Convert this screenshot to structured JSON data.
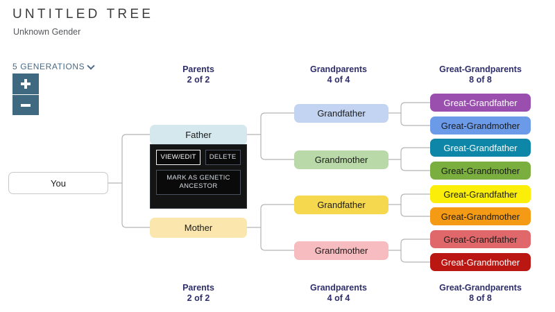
{
  "header": {
    "title": "UNTITLED TREE",
    "subtitle": "Unknown Gender"
  },
  "controls": {
    "generations_label": "5 GENERATIONS",
    "chevron_icon": "chevron-down-icon",
    "zoom_in_label": "+",
    "zoom_out_label": "−"
  },
  "columns_top": [
    {
      "label": "Parents",
      "count": "2 of 2"
    },
    {
      "label": "Grandparents",
      "count": "4 of 4"
    },
    {
      "label": "Great-Grandparents",
      "count": "8 of 8"
    }
  ],
  "columns_bottom": [
    {
      "label": "Parents",
      "count": "2 of 2"
    },
    {
      "label": "Grandparents",
      "count": "4 of 4"
    },
    {
      "label": "Great-Grandparents",
      "count": "8 of 8"
    }
  ],
  "tree": {
    "self": {
      "label": "You",
      "color": "#ffffff",
      "text_color": "#1a1a1a"
    },
    "parents": [
      {
        "label": "Father",
        "color": "#d4e8ee",
        "text_color": "#1a1a1a"
      },
      {
        "label": "Mother",
        "color": "#fbe7ad",
        "text_color": "#1a1a1a"
      }
    ],
    "grandparents": [
      {
        "label": "Grandfather",
        "color": "#c3d4f2",
        "text_color": "#1a1a1a"
      },
      {
        "label": "Grandmother",
        "color": "#b9d9a8",
        "text_color": "#1a1a1a"
      },
      {
        "label": "Grandfather",
        "color": "#f5d council",
        "text_color": "#1a1a1a"
      },
      {
        "label": "Grandmother",
        "color": "#f6bcc0",
        "text_color": "#1a1a1a"
      }
    ],
    "great_grandparents": [
      {
        "label": "Great-Grandfather",
        "color": "#9a4fae",
        "text_color": "#ffffff"
      },
      {
        "label": "Great-Grandmother",
        "color": "#6b9ae8",
        "text_color": "#1a1a1a"
      },
      {
        "label": "Great-Grandfather",
        "color": "#0d86a8",
        "text_color": "#ffffff"
      },
      {
        "label": "Great-Grandmother",
        "color": "#7aae3f",
        "text_color": "#1a1a1a"
      },
      {
        "label": "Great-Grandfather",
        "color": "#fbee09",
        "text_color": "#1a1a1a"
      },
      {
        "label": "Great-Grandmother",
        "color": "#f49a15",
        "text_color": "#1a1a1a"
      },
      {
        "label": "Great-Grandfather",
        "color": "#e0686a",
        "text_color": "#1a1a1a"
      },
      {
        "label": "Great-Grandmother",
        "color": "#ba1712",
        "text_color": "#ffffff"
      }
    ]
  },
  "context_menu": {
    "target": "Father",
    "view_edit_label": "VIEW/EDIT",
    "delete_label": "DELETE",
    "mark_ancestor_label": "MARK AS GENETIC ANCESTOR"
  },
  "colors": {
    "accent": "#3f6881",
    "heading": "#2e2e6b",
    "connector": "#b4b4b4"
  }
}
